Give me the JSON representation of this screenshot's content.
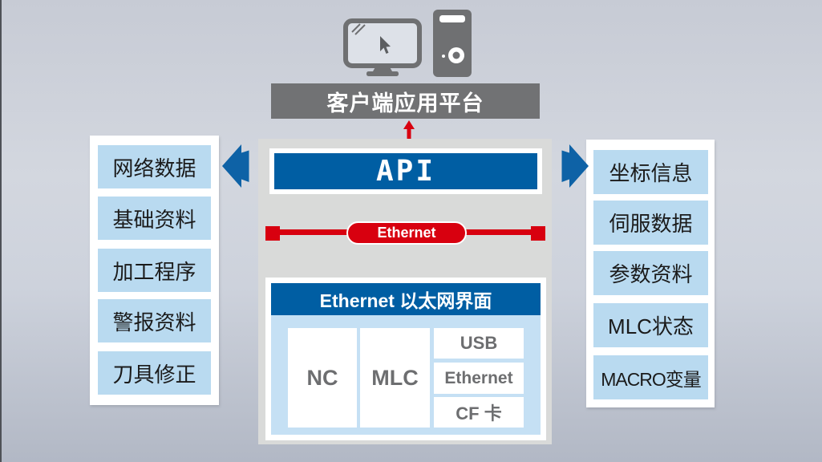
{
  "top": {
    "monitor_icon": "desktop-monitor-icon",
    "tower_icon": "pc-tower-icon",
    "platform_label": "客户端应用平台"
  },
  "center": {
    "api_label": "API",
    "ethernet_label": "Ethernet",
    "interface_title": "Ethernet 以太网界面",
    "nc_label": "NC",
    "mlc_label": "MLC",
    "ports": [
      "USB",
      "Ethernet",
      "CF 卡"
    ]
  },
  "left_panel": {
    "items": [
      "网络数据",
      "基础资料",
      "加工程序",
      "警报资料",
      "刀具修正"
    ]
  },
  "right_panel": {
    "items": [
      "坐标信息",
      "伺服数据",
      "参数资料",
      "MLC状态",
      "MACRO变量"
    ]
  },
  "connectors": {
    "vertical_arrow_icon": "red-double-headed-arrow-icon",
    "left_arrow_icon": "blue-left-block-arrow-icon",
    "right_arrow_icon": "blue-right-block-arrow-icon",
    "bus_label": "Ethernet"
  },
  "colors": {
    "accent_blue": "#005ea3",
    "panel_gray": "#d9dad9",
    "bar_gray": "#717274",
    "icon_gray": "#6f7072",
    "interface_body_blue": "#c5e0f4",
    "side_item_blue": "#b9daf0",
    "red": "#d8000f",
    "arrow_blue": "#0e62a6",
    "box_text_gray": "#6d6e70",
    "background_top": "#c7cbd5",
    "background_bottom": "#b2b8c5"
  }
}
